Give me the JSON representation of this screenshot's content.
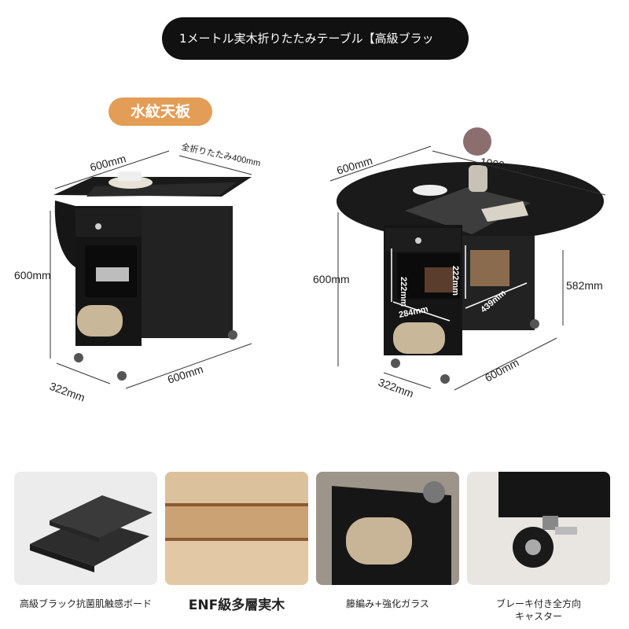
{
  "banner": {
    "title": "1メートル実木折りたたみテーブル【高級ブラッ",
    "feature_tag": "水紋天板"
  },
  "folded_view": {
    "width_top": "600mm",
    "folded_note": "全折りたたみ400mm",
    "height": "600mm",
    "depth": "322mm",
    "width_bottom": "600mm"
  },
  "open_view": {
    "depth_top": "600mm",
    "length_top": "1000mm",
    "height_left": "600mm",
    "inner_height_1": "222mm",
    "inner_height_2": "222mm",
    "shelf_depth": "284mm",
    "shelf_width": "439mm",
    "height_right": "582mm",
    "depth_bottom": "322mm",
    "width_bottom": "600mm"
  },
  "features": [
    {
      "caption": "高級ブラック抗菌肌触感ボード"
    },
    {
      "caption": "ENF級多層実木"
    },
    {
      "caption": "籐編み+強化ガラス"
    },
    {
      "caption_line1": "ブレーキ付き全方向",
      "caption_line2": "キャスター"
    }
  ],
  "colors": {
    "furniture": "#1c1c1c",
    "accent": "#e39d57",
    "banner_bg": "#111111"
  }
}
